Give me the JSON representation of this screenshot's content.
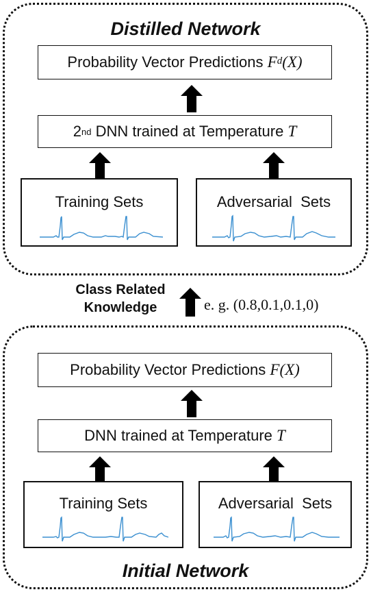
{
  "distilled": {
    "title": "Distilled Network",
    "predictions": {
      "text": "Probability Vector Predictions ",
      "func": "F",
      "sup": "d",
      "arg": "(X)"
    },
    "dnn": {
      "ord": "2",
      "ord_sup": "nd",
      "text": " DNN trained at Temperature ",
      "var": "T"
    },
    "training_label": "Training Sets",
    "adversarial_label": "Adversarial  Sets"
  },
  "middle": {
    "label_line1": "Class Related",
    "label_line2": "Knowledge",
    "example_prefix": "e. g. ",
    "example_value": "(0.8,0.1,0.1,0)"
  },
  "initial": {
    "title": "Initial Network",
    "predictions": {
      "text": "Probability Vector Predictions ",
      "func": "F",
      "arg": "(X)"
    },
    "dnn": {
      "text": "DNN trained at Temperature ",
      "var": "T"
    },
    "training_label": "Training Sets",
    "adversarial_label": "Adversarial  Sets"
  },
  "colors": {
    "ecg_line": "#3a8fd0",
    "border": "#111111",
    "arrow": "#000000"
  },
  "icons": {
    "arrow": "up-arrow-icon",
    "ecg": "ecg-waveform-icon"
  }
}
